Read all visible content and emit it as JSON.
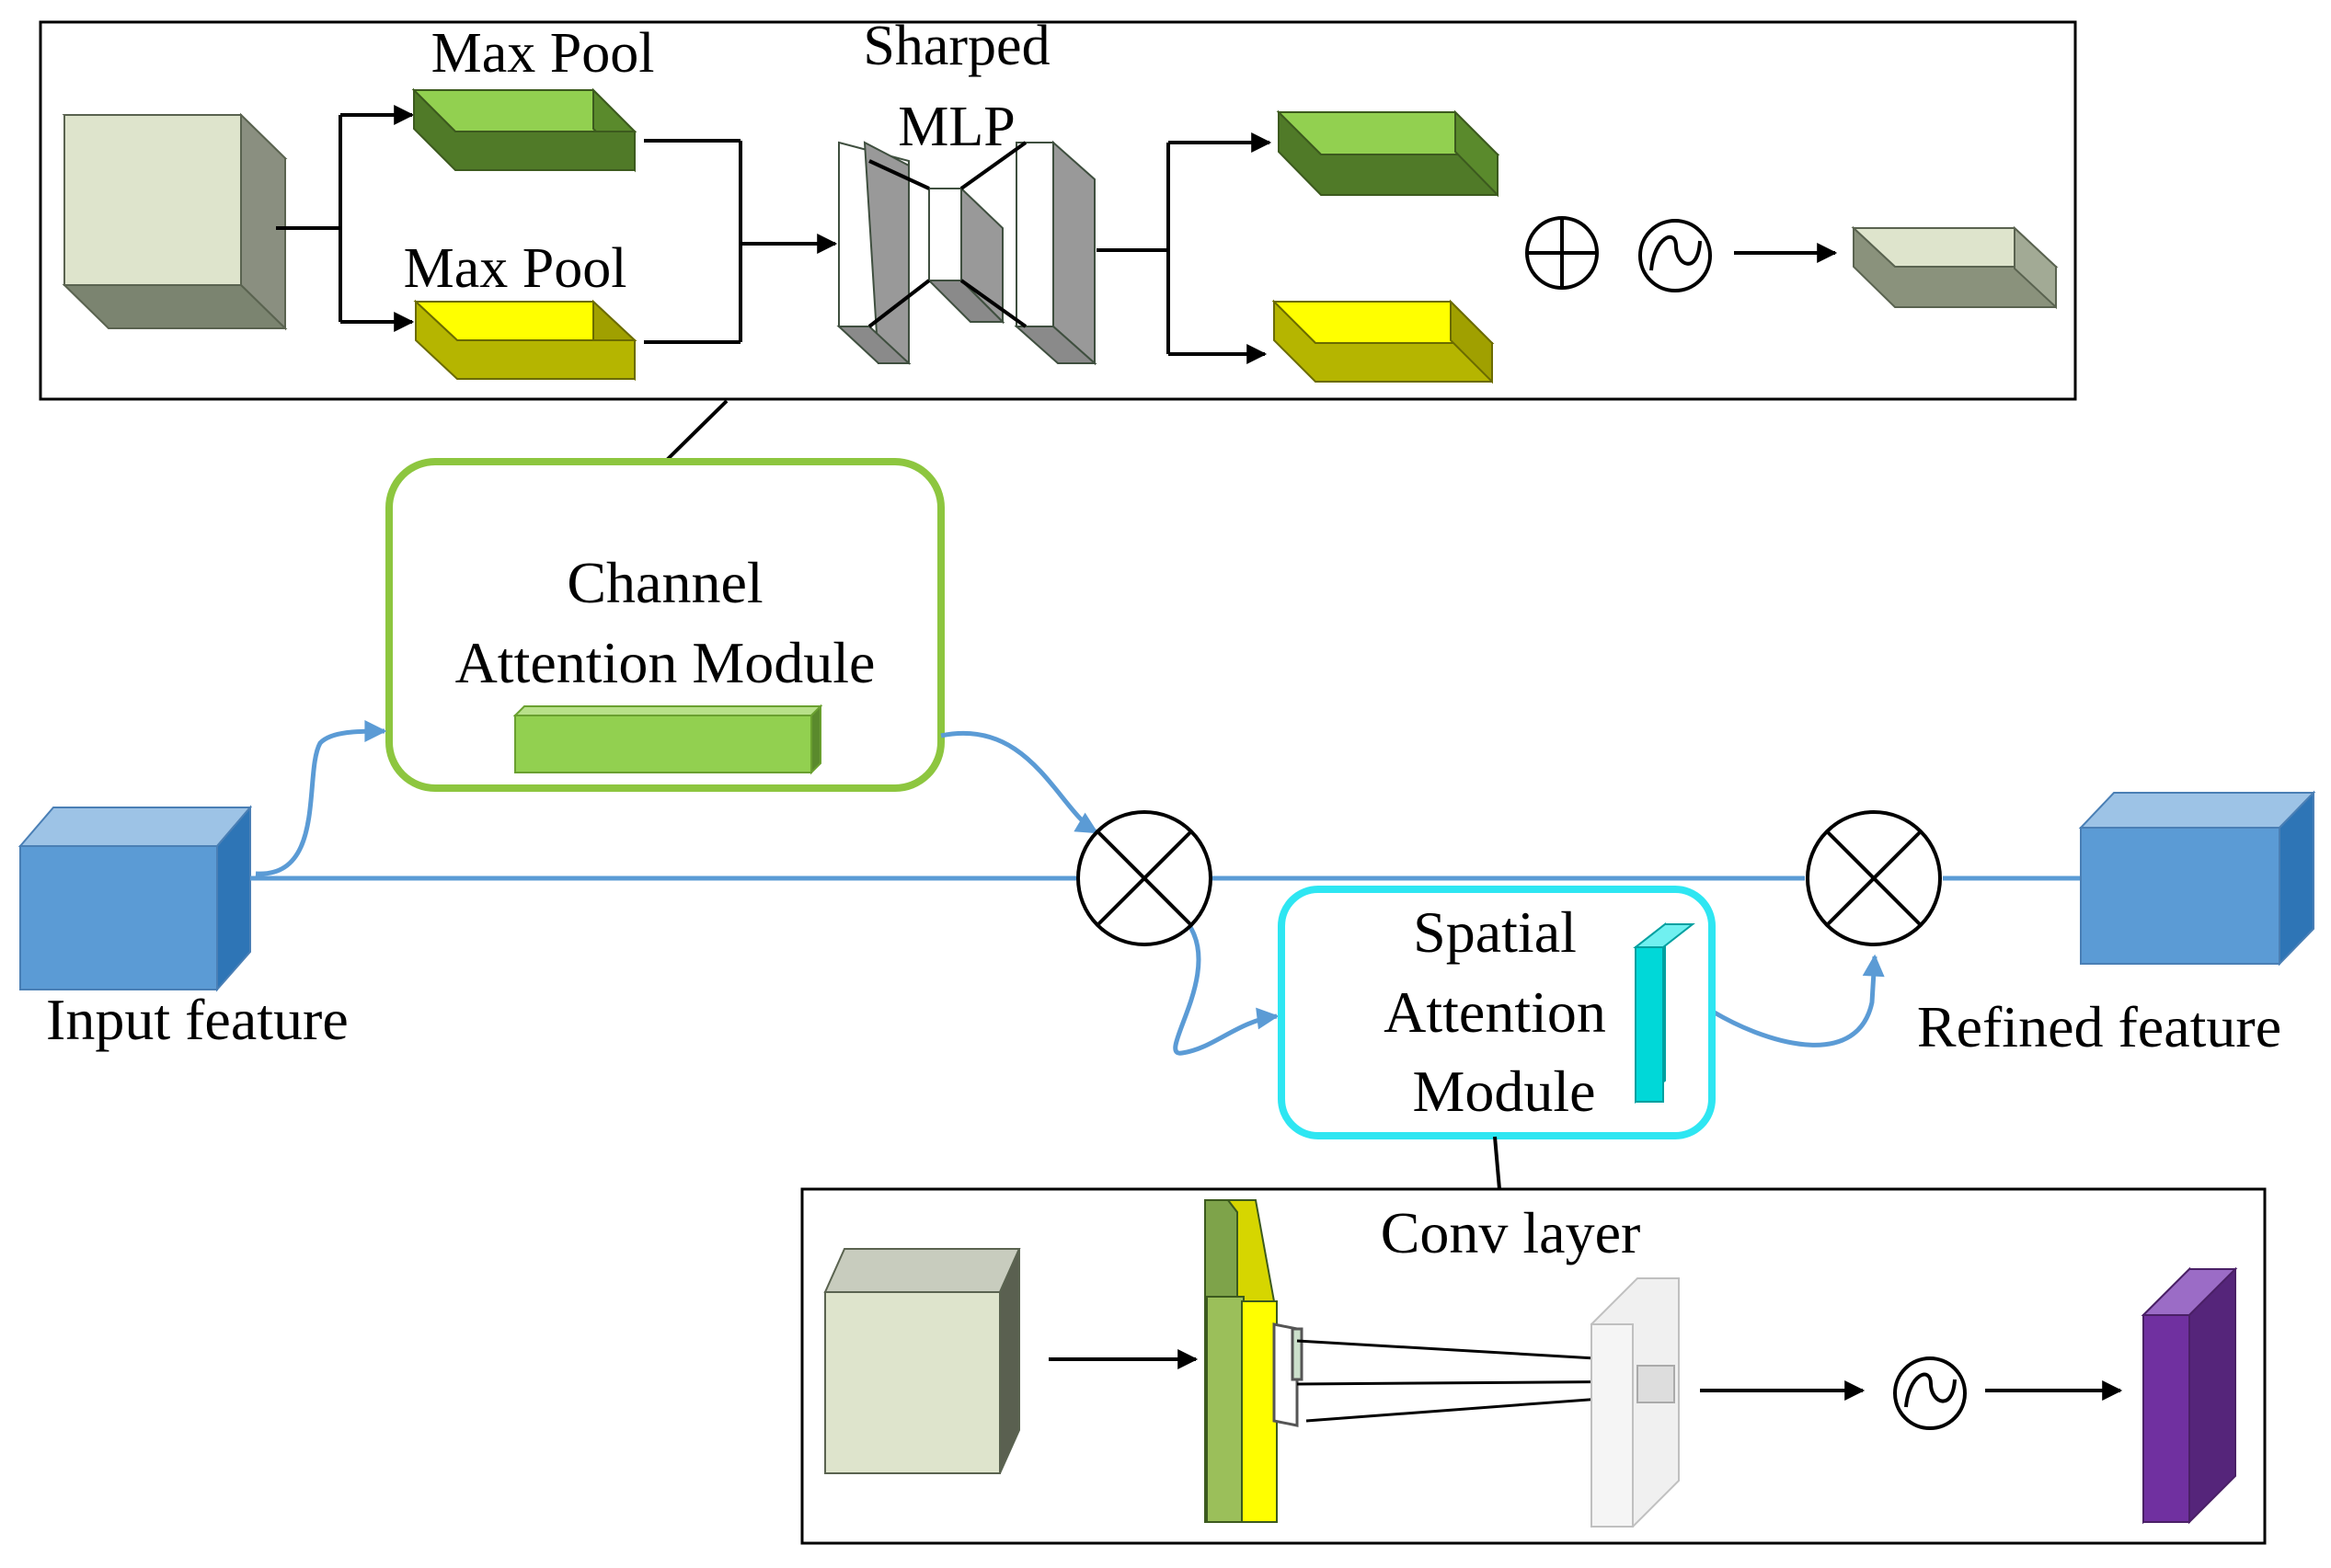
{
  "channel_panel": {
    "label_pool_1": "Max Pool",
    "label_pool_2": "Max Pool",
    "label_mlp_1": "Sharped",
    "label_mlp_2": "MLP"
  },
  "channel_module": {
    "title_1": "Channel",
    "title_2": "Attention Module",
    "border_color": "#8dc63f"
  },
  "spatial_module": {
    "title_1": "Spatial",
    "title_2": "Attention",
    "title_3": "Module",
    "border_color": "#2ee6f2"
  },
  "spatial_panel": {
    "label_conv": "Conv layer"
  },
  "main_flow": {
    "input_label": "Input feature",
    "output_label": "Refined feature",
    "line_color": "#5b9bd5"
  },
  "symbols": {
    "add_icon": "circled-plus",
    "sigmoid_icon": "sigmoid",
    "multiply_icon": "circled-times"
  },
  "colors": {
    "green_block": "#92d050",
    "yellow_block": "#ffff00",
    "feature_cube": "#dee4cc",
    "output_cube": "#5b9bd5",
    "attention_map_cyan": "#00cccc",
    "attention_map_purple": "#7030a0"
  }
}
